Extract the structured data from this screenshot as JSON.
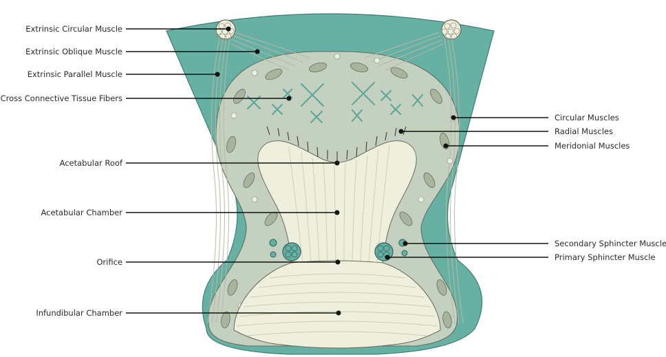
{
  "colors": {
    "outer_tissue": "#67b0a4",
    "outer_tissue_edge": "#3d7e73",
    "infundibulum_tissue": "#c4d0c0",
    "chamber_fill": "#eeefdc",
    "muscle_fiber": "#ddddc3",
    "leader_line": "#111111"
  },
  "labels": {
    "extrinsic_circular": "Extrinsic Circular Muscle",
    "extrinsic_oblique": "Extrinsic Oblique Muscle",
    "extrinsic_parallel": "Extrinsic Parallel Muscle",
    "cross_connective": "Cross Connective Tissue Fibers",
    "acetabular_roof": "Acetabular Roof",
    "acetabular_chamber": "Acetabular Chamber",
    "orifice": "Orifice",
    "infundibular_chamber": "Infundibular Chamber",
    "circular_muscles": "Circular Muscles",
    "radial_muscles": "Radial Muscles",
    "meridonial_muscles": "Meridonial Muscles",
    "secondary_sphincter": "Secondary Sphincter Muscles",
    "primary_sphincter": "Primary Sphincter Muscle"
  }
}
